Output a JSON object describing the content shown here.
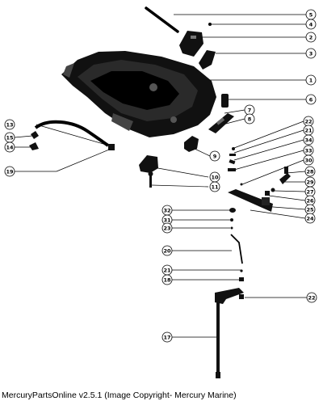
{
  "footer": {
    "text": "MercuryPartsOnline v2.5.1 (Image Copyright- Mercury Marine)"
  },
  "callouts": [
    {
      "label": "5"
    },
    {
      "label": "4"
    },
    {
      "label": "2"
    },
    {
      "label": "3"
    },
    {
      "label": "1"
    },
    {
      "label": "6"
    },
    {
      "label": "7"
    },
    {
      "label": "8"
    },
    {
      "label": "22"
    },
    {
      "label": "21"
    },
    {
      "label": "34"
    },
    {
      "label": "33"
    },
    {
      "label": "30"
    },
    {
      "label": "9"
    },
    {
      "label": "13"
    },
    {
      "label": "15"
    },
    {
      "label": "14"
    },
    {
      "label": "19"
    },
    {
      "label": "10"
    },
    {
      "label": "11"
    },
    {
      "label": "28"
    },
    {
      "label": "29"
    },
    {
      "label": "27"
    },
    {
      "label": "26"
    },
    {
      "label": "25"
    },
    {
      "label": "24"
    },
    {
      "label": "32"
    },
    {
      "label": "31"
    },
    {
      "label": "23"
    },
    {
      "label": "20"
    },
    {
      "label": "21"
    },
    {
      "label": "18"
    },
    {
      "label": "22"
    },
    {
      "label": "17"
    }
  ]
}
